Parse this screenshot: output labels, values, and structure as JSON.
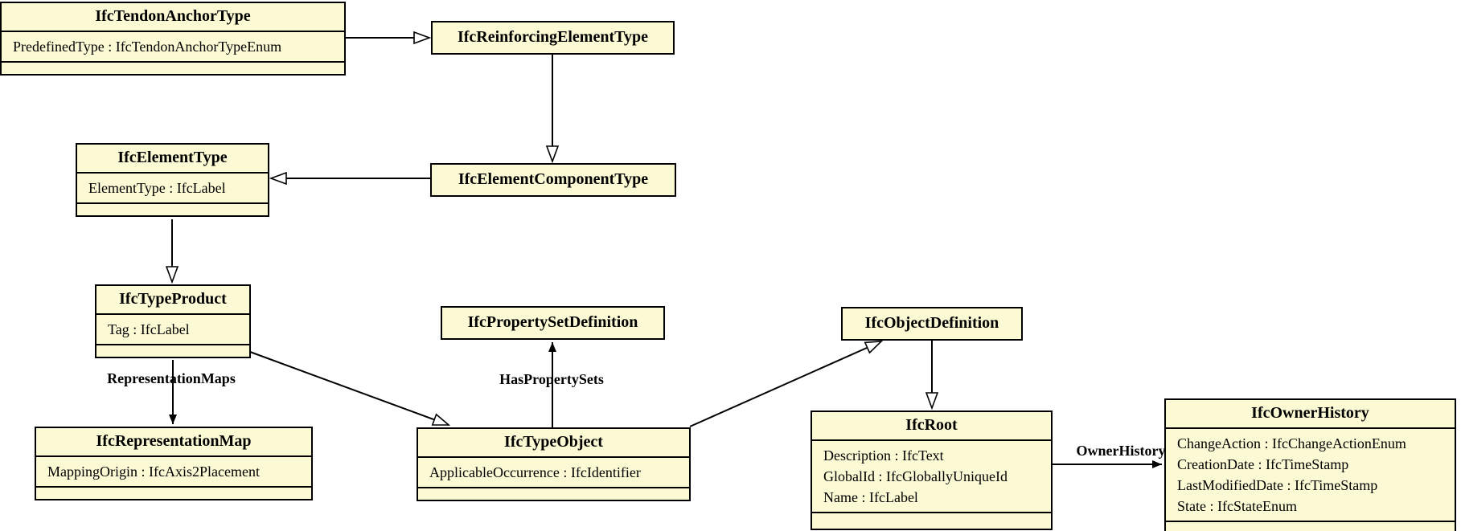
{
  "diagram": {
    "nodes": [
      {
        "title": "IfcTendonAnchorType",
        "attributes": [
          "PredefinedType : IfcTendonAnchorTypeEnum"
        ]
      },
      {
        "title": "IfcReinforcingElementType",
        "attributes": []
      },
      {
        "title": "IfcElementType",
        "attributes": [
          "ElementType : IfcLabel"
        ]
      },
      {
        "title": "IfcElementComponentType",
        "attributes": []
      },
      {
        "title": "IfcTypeProduct",
        "attributes": [
          "Tag : IfcLabel"
        ]
      },
      {
        "title": "IfcPropertySetDefinition",
        "attributes": []
      },
      {
        "title": "IfcObjectDefinition",
        "attributes": []
      },
      {
        "title": "IfcRepresentationMap",
        "attributes": [
          "MappingOrigin : IfcAxis2Placement"
        ]
      },
      {
        "title": "IfcTypeObject",
        "attributes": [
          "ApplicableOccurrence : IfcIdentifier"
        ]
      },
      {
        "title": "IfcRoot",
        "attributes": [
          "Description : IfcText",
          "GlobalId : IfcGloballyUniqueId",
          "Name : IfcLabel"
        ]
      },
      {
        "title": "IfcOwnerHistory",
        "attributes": [
          "ChangeAction : IfcChangeActionEnum",
          "CreationDate : IfcTimeStamp",
          "LastModifiedDate : IfcTimeStamp",
          "State : IfcStateEnum"
        ]
      }
    ],
    "edges": [
      {
        "from": "IfcTendonAnchorType",
        "to": "IfcReinforcingElementType",
        "kind": "generalization",
        "label": ""
      },
      {
        "from": "IfcReinforcingElementType",
        "to": "IfcElementComponentType",
        "kind": "generalization",
        "label": ""
      },
      {
        "from": "IfcElementComponentType",
        "to": "IfcElementType",
        "kind": "generalization",
        "label": ""
      },
      {
        "from": "IfcElementType",
        "to": "IfcTypeProduct",
        "kind": "generalization",
        "label": ""
      },
      {
        "from": "IfcTypeProduct",
        "to": "IfcTypeObject",
        "kind": "generalization",
        "label": ""
      },
      {
        "from": "IfcTypeObject",
        "to": "IfcObjectDefinition",
        "kind": "generalization",
        "label": ""
      },
      {
        "from": "IfcObjectDefinition",
        "to": "IfcRoot",
        "kind": "generalization",
        "label": ""
      },
      {
        "from": "IfcTypeObject",
        "to": "IfcPropertySetDefinition",
        "kind": "association",
        "label": "HasPropertySets"
      },
      {
        "from": "IfcTypeProduct",
        "to": "IfcRepresentationMap",
        "kind": "association",
        "label": "RepresentationMaps"
      },
      {
        "from": "IfcRoot",
        "to": "IfcOwnerHistory",
        "kind": "association",
        "label": "OwnerHistory"
      }
    ],
    "colors": {
      "node_fill": "#FCFAD5",
      "node_border": "#000000",
      "edge": "#000000",
      "background": "#FFFFFF"
    }
  }
}
